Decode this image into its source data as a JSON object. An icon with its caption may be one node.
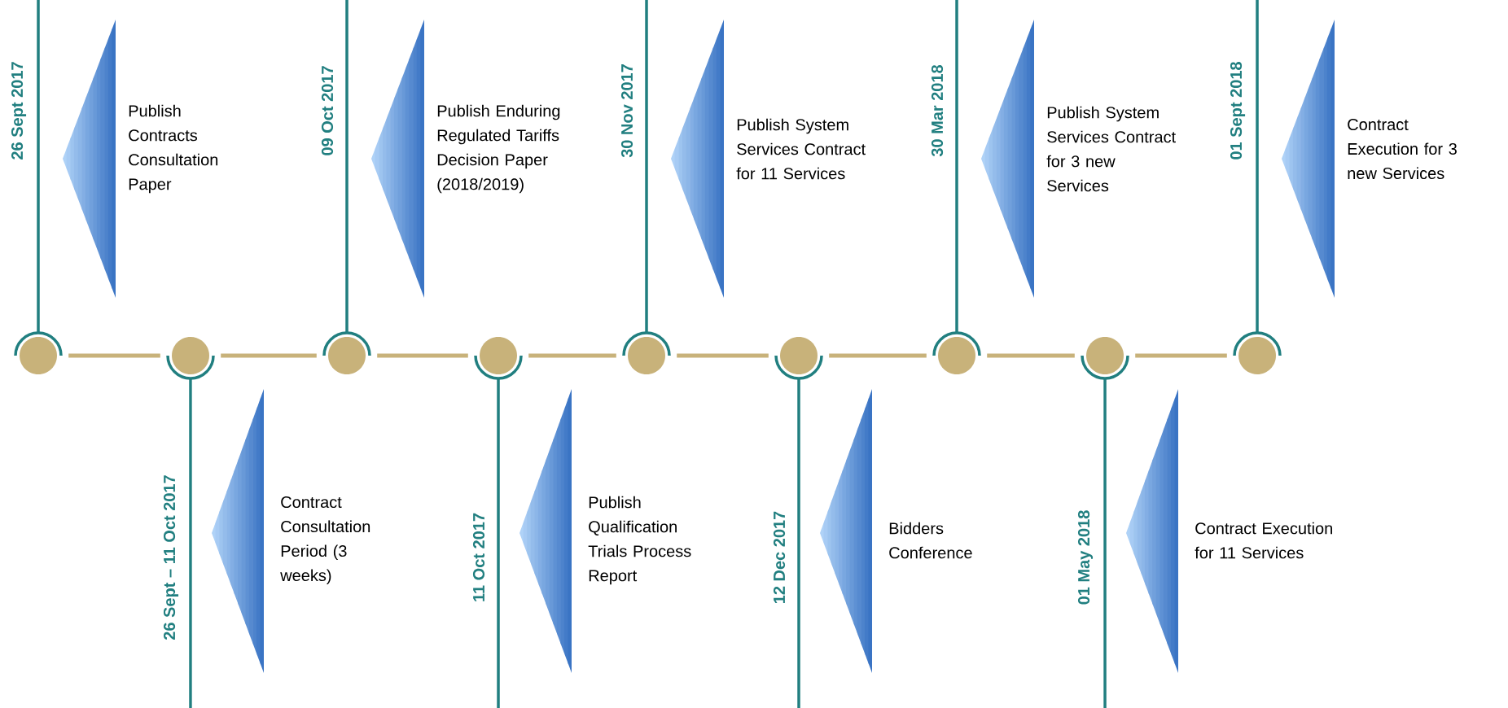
{
  "diagram": {
    "nodes": [
      {
        "text": [],
        "shape": "circle"
      },
      {
        "text": [],
        "shape": "circle"
      },
      {
        "text": [],
        "shape": "circle"
      },
      {
        "text": [],
        "shape": "circle"
      },
      {
        "text": [],
        "shape": "circle"
      },
      {
        "text": [],
        "shape": "circle"
      },
      {
        "text": [],
        "shape": "circle"
      },
      {
        "text": [],
        "shape": "circle"
      },
      {
        "text": [],
        "shape": "circle"
      },
      {
        "text": [
          "Publish Contracts Consultation Paper"
        ]
      },
      {
        "text": [
          "Contract Consultation Period (3 weeks)"
        ]
      },
      {
        "text": [
          "Publish Enduring Regulated Tariffs Decision Paper (2018/2019)"
        ]
      },
      {
        "text": [
          "Publish Qualification Trials Process Report"
        ]
      },
      {
        "text": [
          "Publish System Services Contract for 11 Services"
        ]
      },
      {
        "text": [
          "Bidders Conference"
        ]
      },
      {
        "text": [
          "Publish System Services Contract for 3 new Services"
        ]
      },
      {
        "text": [
          "Contract Execution for 11 Services"
        ]
      },
      {
        "text": [
          "Contract Execution for 3 new Services"
        ]
      }
    ],
    "labels": [
      "26 Sept 2017",
      "26 Sept – 11 Oct 2017",
      "09 Oct 2017",
      "11 Oct 2017",
      "30 Nov 2017",
      "12 Dec 2017",
      "30 Mar 2018",
      "01 May 2018",
      "01 Sept 2018"
    ],
    "edges": [
      {
        "from": 0,
        "to": 1,
        "arrow": "none"
      },
      {
        "from": 1,
        "to": 2,
        "arrow": "none"
      },
      {
        "from": 2,
        "to": 3,
        "arrow": "none"
      },
      {
        "from": 3,
        "to": 4,
        "arrow": "none"
      },
      {
        "from": 4,
        "to": 5,
        "arrow": "none"
      },
      {
        "from": 5,
        "to": 6,
        "arrow": "none"
      },
      {
        "from": 6,
        "to": 7,
        "arrow": "none"
      },
      {
        "from": 7,
        "to": 8,
        "arrow": "none"
      }
    ]
  }
}
